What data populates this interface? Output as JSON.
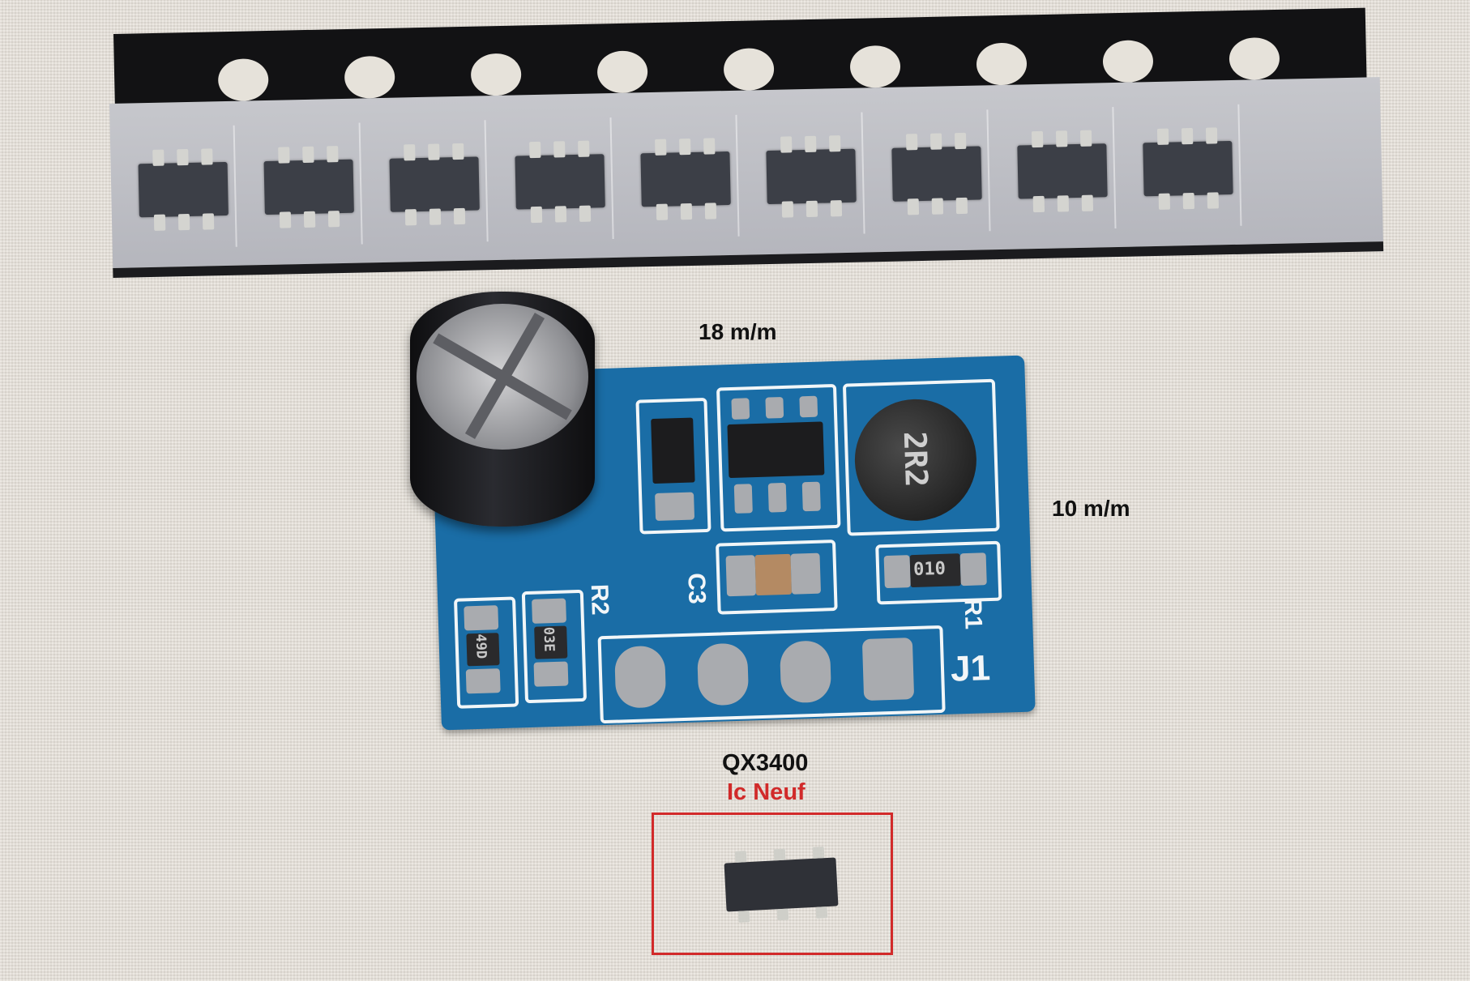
{
  "image": {
    "subject": "boost converter module and SOT-23-6 IC tape"
  },
  "labels": {
    "width_dim": "18  m/m",
    "height_dim": "10  m/m",
    "part_number": "QX3400",
    "status": "Ic Neuf"
  },
  "pcb_markings": {
    "inductor": "2R2",
    "connector": "J1",
    "resistor_code": "010",
    "r1": "R1",
    "r2": "R2",
    "c3": "C3",
    "smd_a": "49D",
    "smd_b": "03E"
  },
  "colors": {
    "pcb": "#1a6da6",
    "highlight_box": "#d22a2a"
  }
}
